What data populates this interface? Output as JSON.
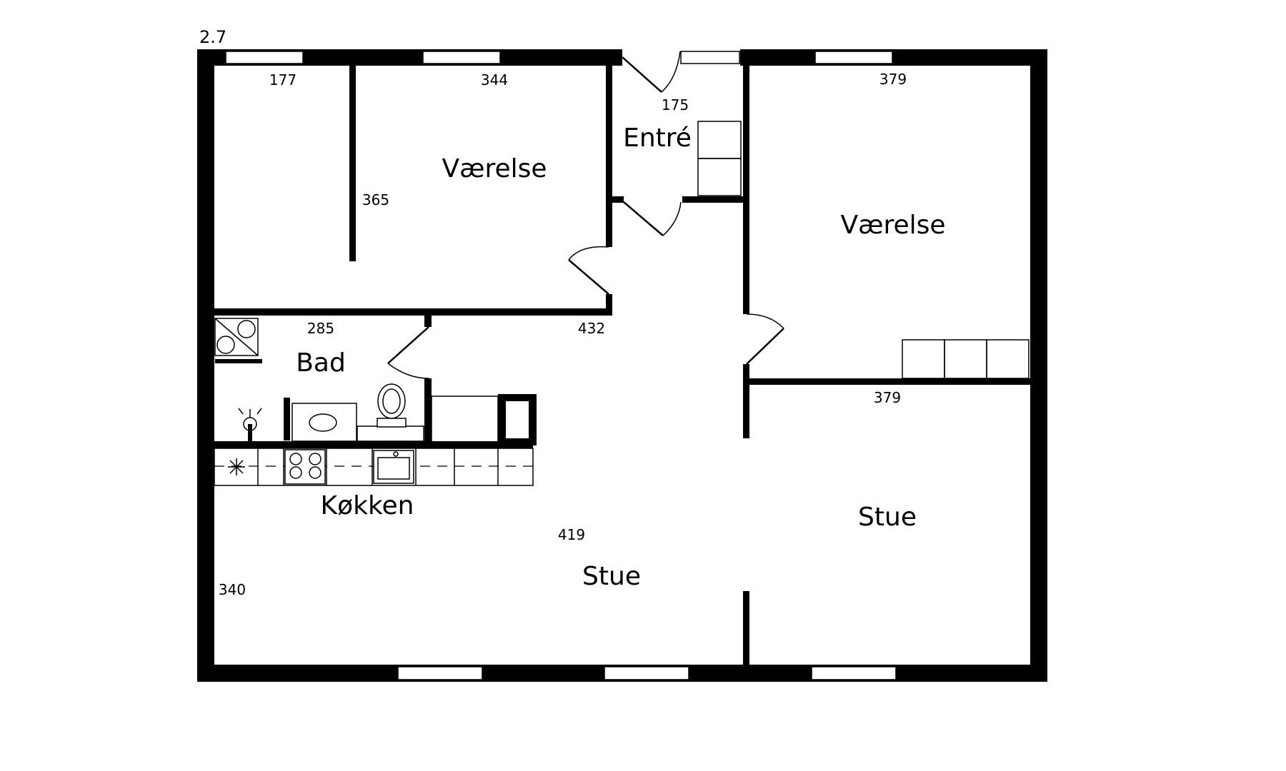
{
  "scale_label": "2.7",
  "rooms": {
    "vaerelse_left": "Værelse",
    "entre": "Entré",
    "vaerelse_right": "Værelse",
    "bad": "Bad",
    "kokken": "Køkken",
    "stue_main": "Stue",
    "stue_right": "Stue"
  },
  "dimensions": {
    "d177": "177",
    "d344": "344",
    "d175": "175",
    "d379_top": "379",
    "d365": "365",
    "d285": "285",
    "d432": "432",
    "d379_mid": "379",
    "d419": "419",
    "d340": "340"
  }
}
